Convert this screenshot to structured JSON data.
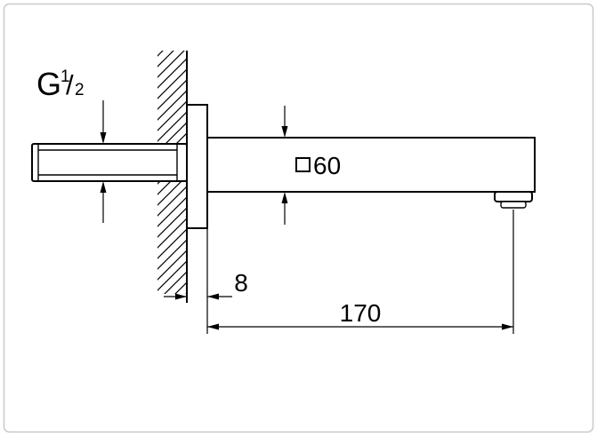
{
  "drawing": {
    "thread_label": {
      "prefix": "G",
      "numerator": "1",
      "separator": "/",
      "denominator": "2"
    },
    "section_dimension": {
      "symbol_icon": "square-section-icon",
      "symbol": "□",
      "value": "60"
    },
    "plate_depth_dimension": {
      "value": "8"
    },
    "length_dimension": {
      "value": "170"
    }
  },
  "colors": {
    "line": "#000000",
    "border": "#c9c9c9",
    "background": "#ffffff"
  }
}
